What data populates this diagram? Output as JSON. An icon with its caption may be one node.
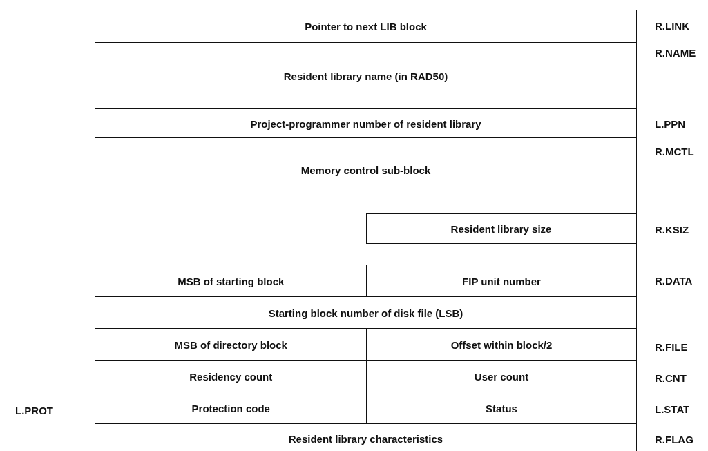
{
  "diagram": {
    "nodes": [
      {
        "text": [
          "Pointer to next LIB block"
        ]
      },
      {
        "text": [
          "Resident library name (in RAD50)"
        ]
      },
      {
        "text": [
          "Project-programmer number of resident library"
        ]
      },
      {
        "text": [
          "Memory control sub-block"
        ]
      },
      {
        "text": [
          "Resident library size"
        ],
        "in": 3
      },
      {
        "text": [
          "MSB of starting block"
        ]
      },
      {
        "text": [
          "FIP unit number"
        ]
      },
      {
        "text": [
          "Starting block number of disk file (LSB)"
        ]
      },
      {
        "text": [
          "MSB of directory block"
        ]
      },
      {
        "text": [
          "Offset within block/2"
        ]
      },
      {
        "text": [
          "Residency count"
        ]
      },
      {
        "text": [
          "User count"
        ]
      },
      {
        "text": [
          "Protection code"
        ]
      },
      {
        "text": [
          "Status"
        ]
      },
      {
        "text": [
          "Resident library characteristics"
        ]
      }
    ],
    "labels": [
      "R.LINK",
      "R.NAME",
      "L.PPN",
      "R.MCTL",
      "R.KSIZ",
      "R.DATA",
      "R.FILE",
      "R.CNT",
      "L.PROT",
      "L.STAT",
      "R.FLAG"
    ]
  }
}
